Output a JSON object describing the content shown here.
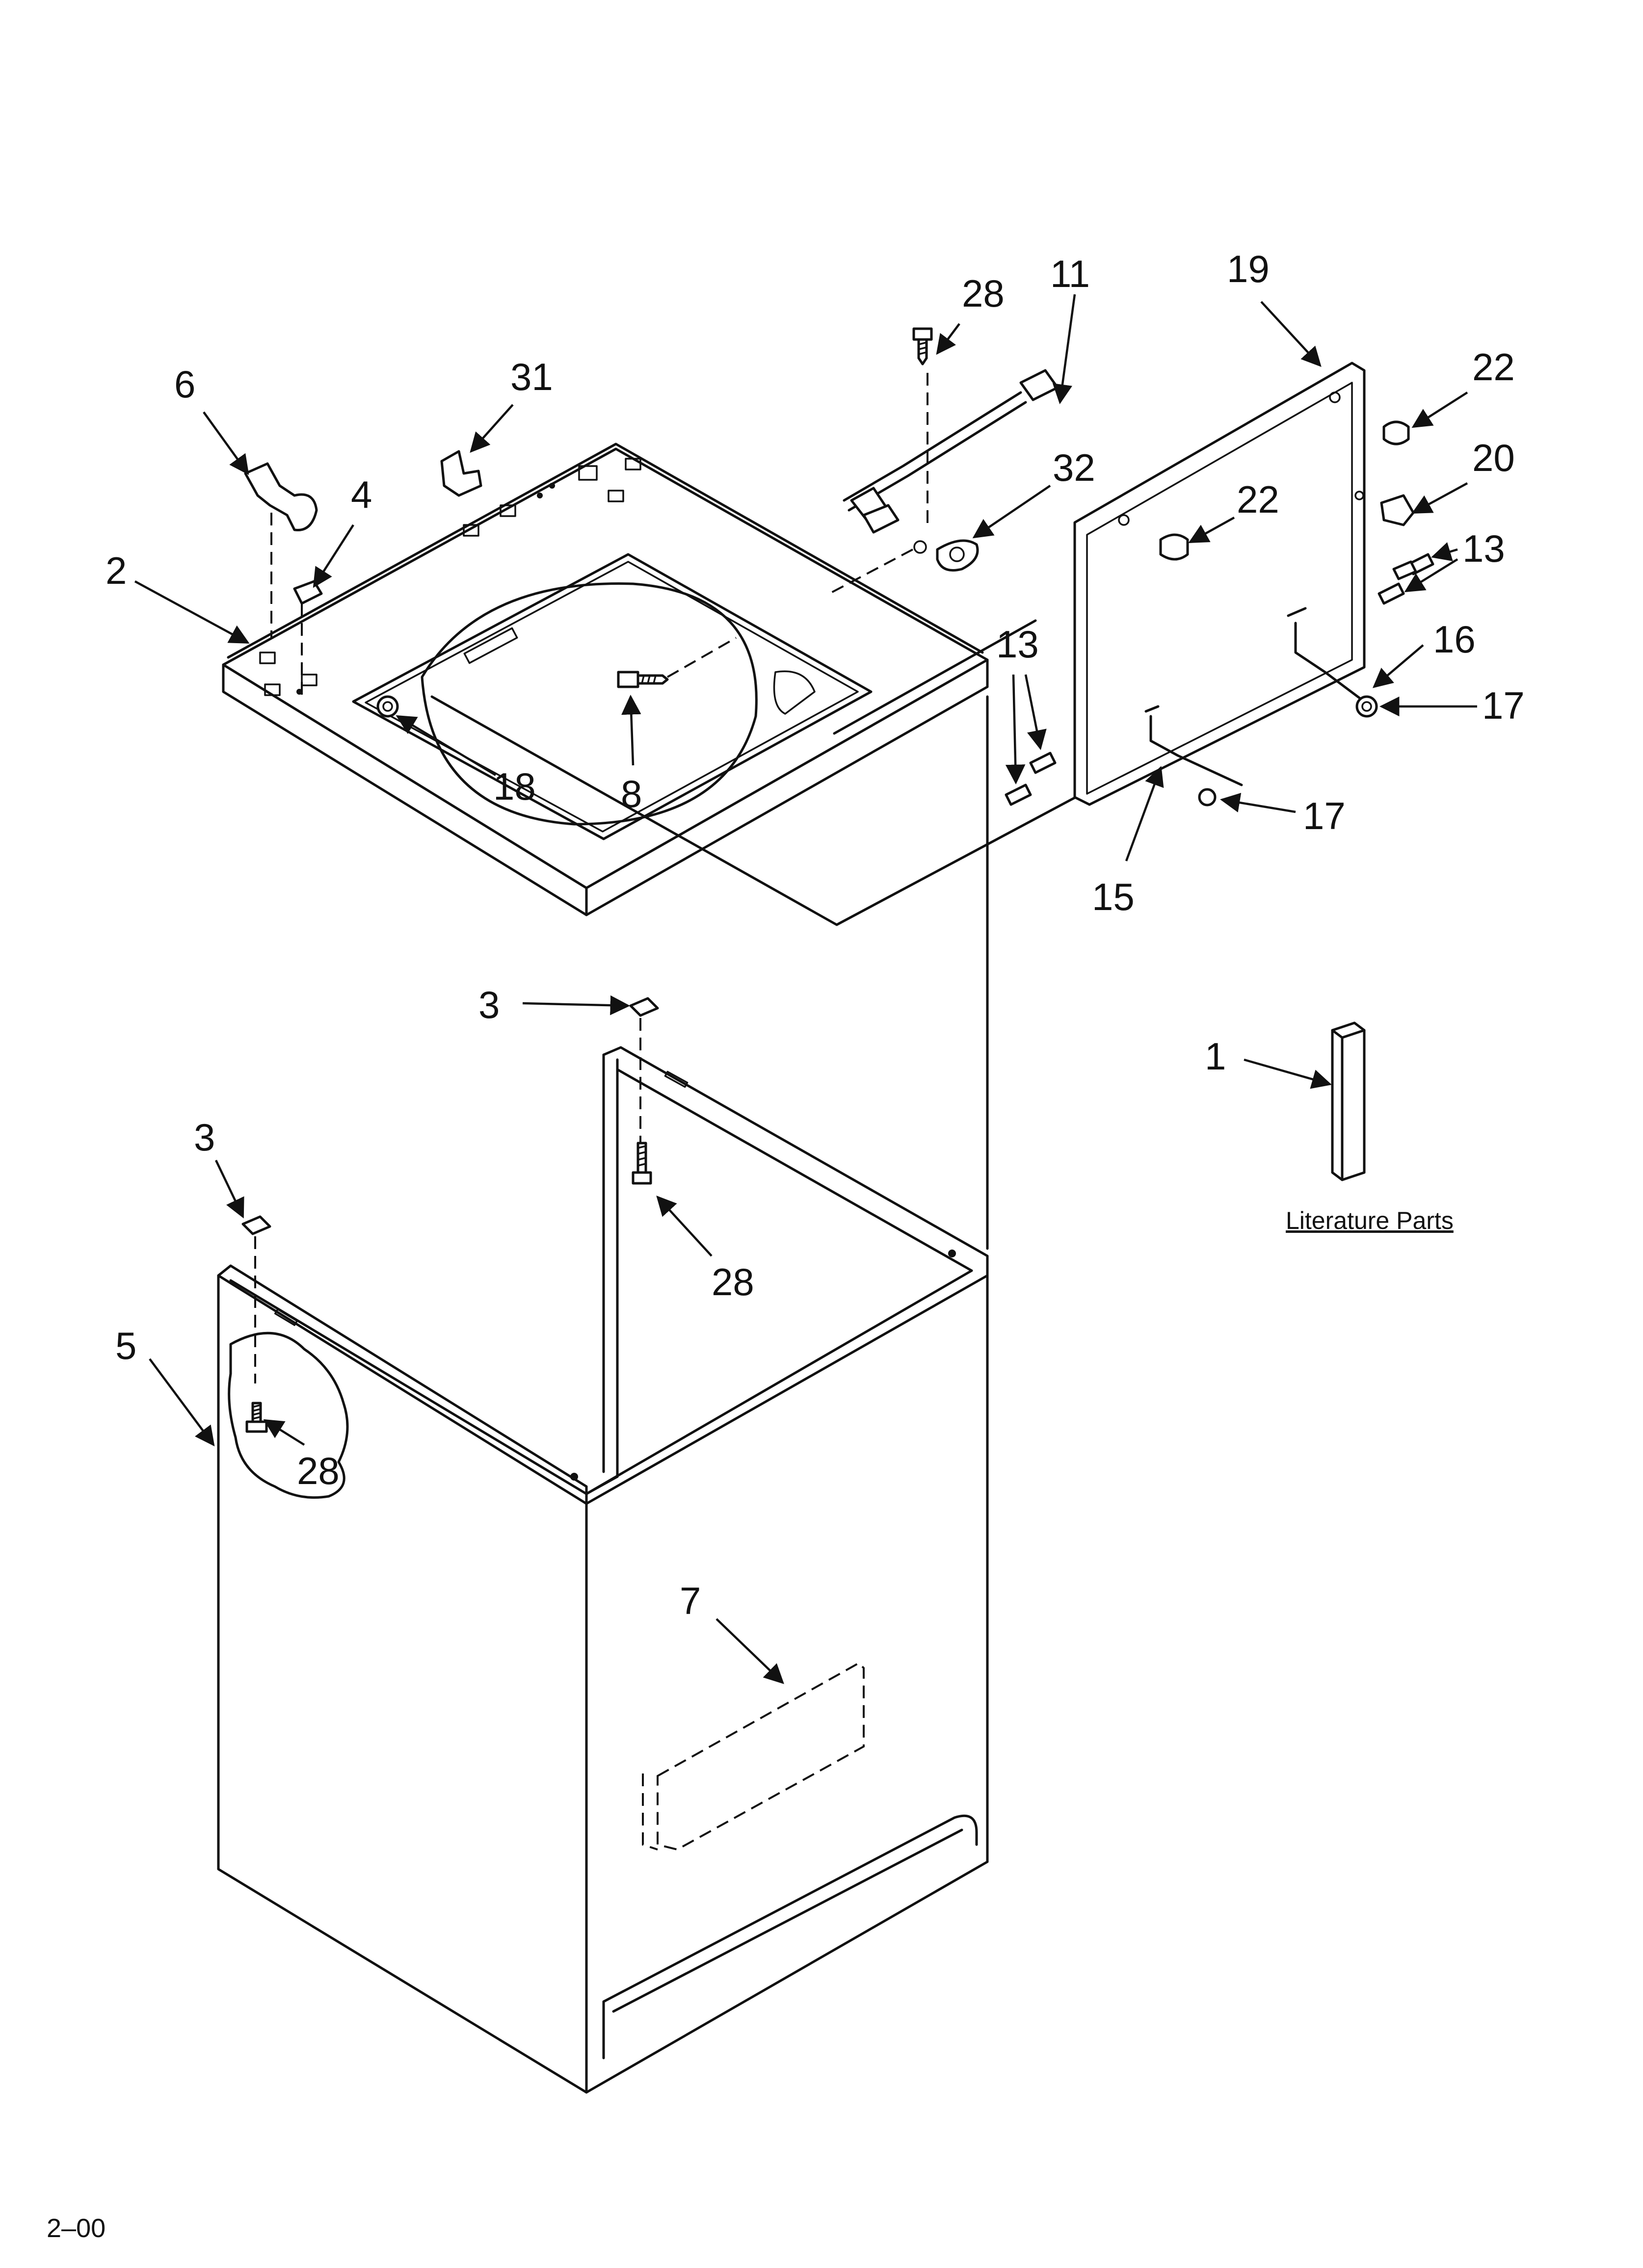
{
  "colors": {
    "ink": "#111111",
    "paper": "#ffffff"
  },
  "callouts": {
    "c28a": "28",
    "c11": "11",
    "c19": "19",
    "c22a": "22",
    "c6": "6",
    "c31": "31",
    "c32": "32",
    "c4": "4",
    "c22b": "22",
    "c20": "20",
    "c2": "2",
    "c13a": "13",
    "c13b": "13",
    "c16": "16",
    "c17a": "17",
    "c18": "18",
    "c8": "8",
    "c17b": "17",
    "c15": "15",
    "c3a": "3",
    "c1": "1",
    "c3b": "3",
    "c28b": "28",
    "c5": "5",
    "c28c": "28",
    "c7": "7"
  },
  "literature_label": "Literature Parts",
  "footer_code": "2–00"
}
